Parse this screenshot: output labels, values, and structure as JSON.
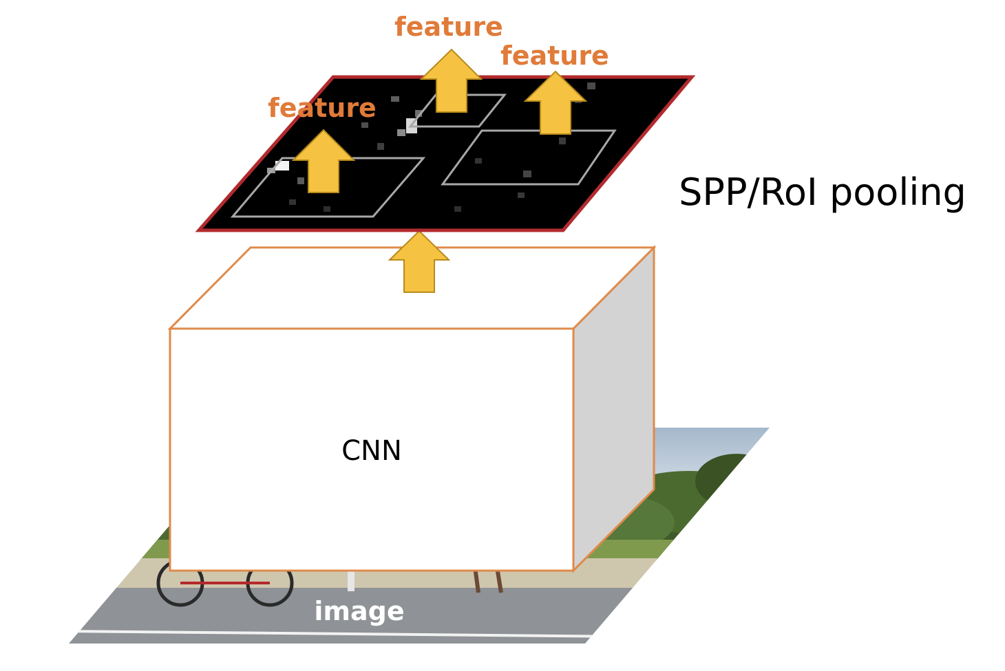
{
  "labels": {
    "image": "image",
    "cnn": "CNN",
    "pooling": "SPP/RoI pooling",
    "features": [
      "feature",
      "feature",
      "feature"
    ]
  },
  "colors": {
    "feature_text": "#E07B39",
    "image_text": "#ffffff",
    "arrow_fill": "#F5C242",
    "arrow_stroke": "#B88A1B",
    "feature_map_border": "#B22A2E",
    "feature_map_fill": "#000000",
    "cnn_box_border": "#E08A4A",
    "cnn_box_side": "#D3D3D3",
    "roi_box_stroke": "#A8A8A8"
  },
  "elements": {
    "input_image": "photo of a road scene with bicycles and trees",
    "cnn_block": "3D box",
    "feature_map": "dark feature map parallelogram with 3 RoI boxes",
    "arrows": 4
  }
}
